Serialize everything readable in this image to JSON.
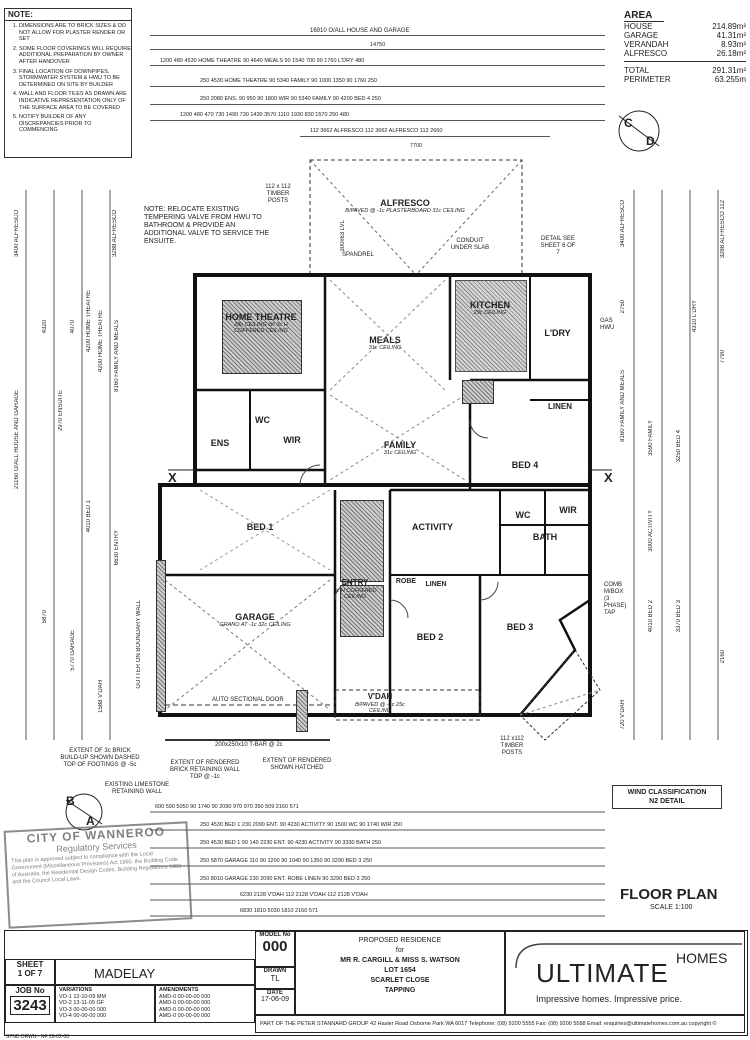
{
  "notes": {
    "heading": "NOTE:",
    "items": [
      "DIMENSIONS ARE TO BRICK SIZES & DO NOT ALLOW FOR PLASTER RENDER OR SET",
      "SOME FLOOR COVERINGS WILL REQUIRE ADDITIONAL PREPARATION BY OWNER AFTER HANDOVER",
      "FINAL LOCATION OF DOWNPIPES, STORMWATER SYSTEM & HWU TO BE DETERMINED ON SITE BY BUILDER",
      "WALL AND FLOOR TILES AS DRAWN ARE INDICATIVE REPRESENTATION ONLY OF THE SURFACE AREA TO BE COVERED",
      "NOTIFY BUILDER OF ANY DISCREPANCIES PRIOR TO COMMENCING"
    ]
  },
  "area": {
    "heading": "AREA",
    "rows": [
      {
        "label": "HOUSE",
        "value": "214.89m²"
      },
      {
        "label": "GARAGE",
        "value": "41.31m²"
      },
      {
        "label": "VERANDAH",
        "value": "8.93m²"
      },
      {
        "label": "ALFRESCO",
        "value": "26.18m²"
      },
      {
        "label": "TOTAL",
        "value": "291.31m²"
      },
      {
        "label": "PERIMETER",
        "value": "63.255m"
      }
    ]
  },
  "top_dims": {
    "overall": "16910 O/ALL HOUSE AND GARAGE",
    "row1": "14750",
    "row2": "1200   480   4530 HOME THEATRE   90   4640 MEALS   90   1540   700 90 1760 L'DRY  480",
    "row3": "250   4530 HOME THEATRE   90   5340 FAMILY   90   1000   1350   90   1760   250",
    "row4": "250  2080 ENS.  90  950  90  1800 WIR   90   5340 FAMILY   90   4200 BED 4   250",
    "row5": "1200  480 470  730  1490   730   1430   3570   1110   1930   830   1570   250 480",
    "row6": "112   3662 ALFRESCO   112   3662 ALFRESCO   112   2660",
    "row7": "7700"
  },
  "bottom_dims": {
    "row1": "600  590   5050   90  1740  90  2090   970  970  350 509   2160   571",
    "row2": "250   4530 BED 1   230   2090 ENT.   90   4230 ACTIVITY   90  1500 WC  90  1740 WIR  250",
    "row3": "250   4530 BED 1   90 140   2230 ENT.   90   4230 ACTIVITY   90   3330 BATH   250",
    "row4": "250   5870 GARAGE   110   90   1200   90  1040  90  1350   90   3290 BED 3   250",
    "row5": "250   8010 GARAGE   230   2090 ENT.   ROBE  LINEN   90   3290 BED 3   250",
    "row6": "6230   2128 V'DAH   112   2128 V'DAH   112   2128 V'DAH",
    "row7": "6830   1810   5030   1810   2160   571"
  },
  "left_dims": [
    "3400 ALFRESCO",
    "3288 ALFRESCO",
    "4320",
    "4070",
    "4200 HOME THEATRE",
    "4200 HOME THEATRE",
    "8160 FAMILY AND MEALS",
    "2970 ENSUITE",
    "21160 O/ALL HOUSE AND GARAGE",
    "4010 BED 1",
    "6630 ENTRY",
    "5870",
    "5770 GARAGE",
    "1588 V'DAH"
  ],
  "right_dims": [
    "3400 ALFRESCO",
    "3288 ALFRESCO 112",
    "2750",
    "4310 L'DRY",
    "7790",
    "8160 FAMILY AND MEALS",
    "3590 FAMILY",
    "3250 BED 4",
    "3000 ACTIVITY",
    "4010 BED 2",
    "3370 BED 3",
    "2160",
    "720 V'DAH"
  ],
  "rooms": {
    "alfresco": {
      "name": "ALFRESCO",
      "sub": "B/PAVED @ -1c PLASTERBOARD 31c CEILING"
    },
    "home_theatre": {
      "name": "HOME THEATRE",
      "sub": "28c CEILING W/ 3c H COFFERED CEILING"
    },
    "meals": {
      "name": "MEALS",
      "sub": "31c CEILING"
    },
    "kitchen": {
      "name": "KITCHEN",
      "sub": "29c CEILING"
    },
    "ldry": {
      "name": "L'DRY",
      "sub": ""
    },
    "linen_top": {
      "name": "LINEN",
      "sub": ""
    },
    "ens": {
      "name": "ENS",
      "sub": ""
    },
    "wc_ens": {
      "name": "WC",
      "sub": ""
    },
    "wir_ens": {
      "name": "WIR",
      "sub": ""
    },
    "family": {
      "name": "FAMILY",
      "sub": "31c CEILING"
    },
    "bed4": {
      "name": "BED 4",
      "sub": ""
    },
    "bed1": {
      "name": "BED 1",
      "sub": ""
    },
    "activity": {
      "name": "ACTIVITY",
      "sub": ""
    },
    "wc": {
      "name": "WC",
      "sub": ""
    },
    "wir": {
      "name": "WIR",
      "sub": ""
    },
    "bath": {
      "name": "BATH",
      "sub": ""
    },
    "entry": {
      "name": "ENTRY",
      "sub": "3c H COFFERED CEILING"
    },
    "robe": {
      "name": "ROBE",
      "sub": ""
    },
    "linen": {
      "name": "LINEN",
      "sub": ""
    },
    "garage": {
      "name": "GARAGE",
      "sub": "GRANO AT -1c 32c CEILING"
    },
    "bed2": {
      "name": "BED 2",
      "sub": ""
    },
    "bed3": {
      "name": "BED 3",
      "sub": ""
    },
    "vdah": {
      "name": "V'DAH",
      "sub": "B/PAVED @ -1c 25c CEILING"
    }
  },
  "annotations": {
    "note_box": "NOTE: RELOCATE EXISTING TEMPERING VALVE FROM HWU TO BATHROOM & PROVIDE AN ADDITIONAL VALVE TO SERVICE THE ENSUITE.",
    "timber_posts_top": "112 x 112 TIMBER POSTS",
    "timber_posts_bottom": "112 x112 TIMBER POSTS",
    "auto_door": "AUTO SECTIONAL DOOR",
    "retaining": "200x250x10 T-BAR @ 2c",
    "limestone": "EXISTING LIMESTONE RETAINING WALL",
    "brick_buildup": "EXTENT OF 3c BRICK BUILD-UP SHOWN DASHED TOP OF FOOTINGS @ -5c",
    "rendered_wall": "EXTENT OF RENDERED BRICK RETAINING WALL TOP @ -1c",
    "rendered_hatched": "EXTENT OF RENDERED SHOWN HATCHED",
    "gutter": "GUTTER ON BOUNDARY WALL",
    "conduit": "CONDUIT UNDER SLAB",
    "detail": "DETAIL SEE SHEET 6 OF 7",
    "gas_hwu": "GAS HWU",
    "comb": "COMB M/BOX (3 PHASE) TAP",
    "spandrel": "SPANDREL",
    "lvl": "300x63 LVL",
    "section_x": "X",
    "c_mark": "C",
    "d_mark": "D",
    "a_mark": "A",
    "b_mark": "B"
  },
  "stamp": {
    "title": "CITY OF WANNEROO",
    "sub": "Regulatory Services",
    "body": "This plan is approved subject to compliance with the Local Government (Miscellaneous Provisions) Act 1960, the Building Code of Australia, the Residential Design Codes, Building Regulations 1989 and the Council Local Laws."
  },
  "wind": {
    "line1": "WIND CLASSIFICATION",
    "line2": "N2 DETAIL"
  },
  "floor_plan": {
    "title": "FLOOR PLAN",
    "scale": "SCALE 1:100"
  },
  "title_block": {
    "sheet_label": "SHEET",
    "sheet_value": "1 OF 7",
    "job_label": "JOB No",
    "job_value": "3243",
    "design": "MADELAY",
    "model_label": "MODEL No",
    "model_value": "000",
    "drawn_label": "DRAWN",
    "drawn_value": "TL",
    "date_label": "DATE",
    "date_value": "17-06-09",
    "variations_label": "VARIATIONS",
    "variations": [
      "VO-1  12-10-09  MM",
      "VO-2  13-11-09  GF",
      "VO-3  00-00-00  000",
      "VO-4  00-00-00  000"
    ],
    "amendments_label": "AMENDMENTS",
    "amendments": [
      "AMD-0  00-00-00  000",
      "AMD-0  00-00-00  000",
      "AMD-0  00-00-00  000",
      "AMD-0  00-00-00  000"
    ],
    "proposed": "PROPOSED RESIDENCE",
    "for": "for",
    "client": "MR R. CARGILL & MISS S. WATSON",
    "lot": "LOT 1654",
    "street": "SCARLET CLOSE",
    "suburb": "TAPPING",
    "brand": "ULTIMATE",
    "brand2": "HOMES",
    "tagline": "Impressive homes. Impressive price.",
    "footer": "PART OF THE PETER STANNARD GROUP  42 Hasler Road Osborne Park WA 6017  Telephone: (08) 9200 5555  Fax: (08) 9200 5588  Email: enquiries@ultimatehomes.com.au  copyright ©",
    "std_drwn": "STND DRWN - NF 28-02-08"
  }
}
